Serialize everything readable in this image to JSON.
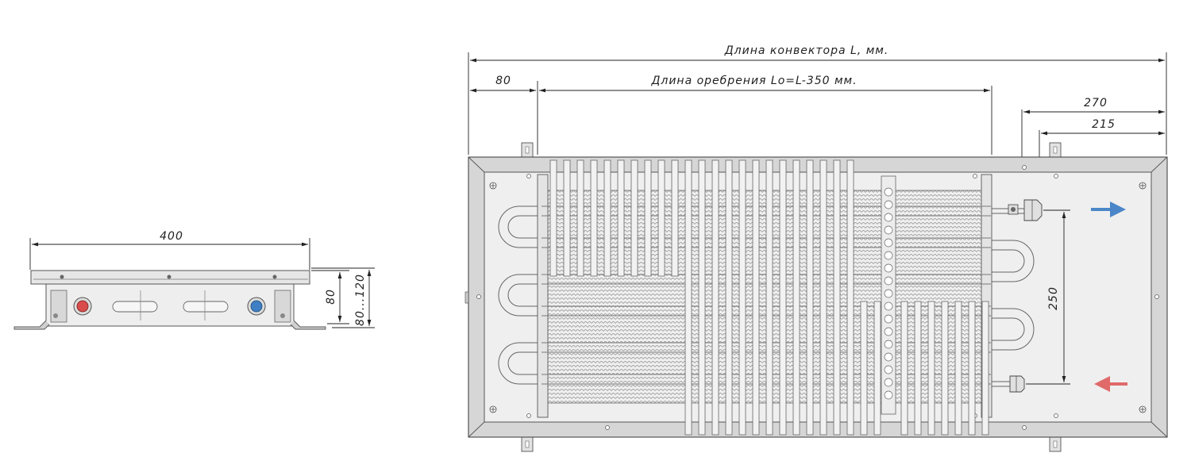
{
  "side_view": {
    "width_label": "400",
    "height_label": "80",
    "height_range_label": "80...120"
  },
  "top_view": {
    "length_label": "Длина конвектора L, мм.",
    "offset_label": "80",
    "fin_length_label": "Длина оребрения Lo=L-350 мм.",
    "outlet_offset_label": "270",
    "inlet_offset_label": "215",
    "pipe_spacing_label": "250"
  },
  "colors": {
    "supply": "#d94c4c",
    "return": "#3f7fc4",
    "outlet_arrow": "#4a86c8",
    "inlet_arrow": "#e06a6a"
  }
}
